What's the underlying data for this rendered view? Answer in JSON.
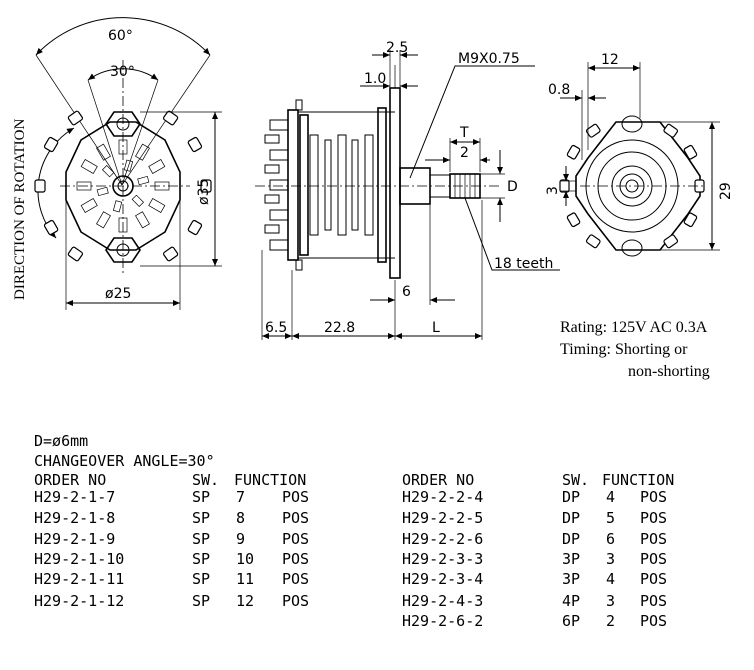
{
  "dimensions": {
    "angle_60": "60°",
    "angle_30": "30°",
    "dia_35": "ø35",
    "dia_25": "ø25",
    "d_2_5": "2.5",
    "d_1_0": "1.0",
    "thread": "M9X0.75",
    "d_T": "T",
    "d_2": "2",
    "d_D": "D",
    "teeth": "18 teeth",
    "d_6": "6",
    "d_6_5": "6.5",
    "d_22_8": "22.8",
    "d_L": "L",
    "d_12": "12",
    "d_0_8": "0.8",
    "d_3": "3",
    "d_29": "29"
  },
  "rotation_label": "DIRECTION OF ROTATION",
  "rating": {
    "line1": "Rating:  125V AC 0.3A",
    "line2": "Timing: Shorting or",
    "line3": "non-shorting"
  },
  "notes": {
    "shaft": "D=ø6mm",
    "changeover": "CHANGEOVER ANGLE=30°"
  },
  "table_left": {
    "headers": [
      "ORDER NO",
      "SW.",
      "FUNCTION"
    ],
    "rows": [
      [
        "H29-2-1-7",
        "SP",
        "7",
        "POS"
      ],
      [
        "H29-2-1-8",
        "SP",
        "8",
        "POS"
      ],
      [
        "H29-2-1-9",
        "SP",
        "9",
        "POS"
      ],
      [
        "H29-2-1-10",
        "SP",
        "10",
        "POS"
      ],
      [
        "H29-2-1-11",
        "SP",
        "11",
        "POS"
      ],
      [
        "H29-2-1-12",
        "SP",
        "12",
        "POS"
      ]
    ]
  },
  "table_right": {
    "headers": [
      "ORDER NO",
      "SW.",
      "FUNCTION"
    ],
    "rows": [
      [
        "H29-2-2-4",
        "DP",
        "4",
        "POS"
      ],
      [
        "H29-2-2-5",
        "DP",
        "5",
        "POS"
      ],
      [
        "H29-2-2-6",
        "DP",
        "6",
        "POS"
      ],
      [
        "H29-2-3-3",
        "3P",
        "3",
        "POS"
      ],
      [
        "H29-2-3-4",
        "3P",
        "4",
        "POS"
      ],
      [
        "H29-2-4-3",
        "4P",
        "3",
        "POS"
      ],
      [
        "H29-2-6-2",
        "6P",
        "2",
        "POS"
      ]
    ]
  }
}
